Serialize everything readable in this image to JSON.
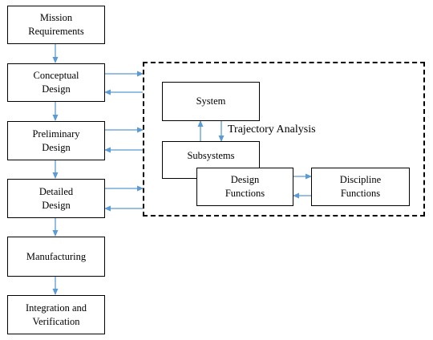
{
  "process": {
    "mission_requirements": "Mission\nRequirements",
    "conceptual_design": "Conceptual\nDesign",
    "preliminary_design": "Preliminary\nDesign",
    "detailed_design": "Detailed\nDesign",
    "manufacturing": "Manufacturing",
    "integration_verification": "Integration and\nVerification"
  },
  "analysis": {
    "system": "System",
    "subsystems": "Subsystems",
    "design_functions": "Design\nFunctions",
    "discipline_functions": "Discipline\nFunctions",
    "trajectory_label": "Trajectory Analysis"
  },
  "colors": {
    "arrow": "#5b9bd5",
    "border": "#000000",
    "background": "#ffffff"
  }
}
